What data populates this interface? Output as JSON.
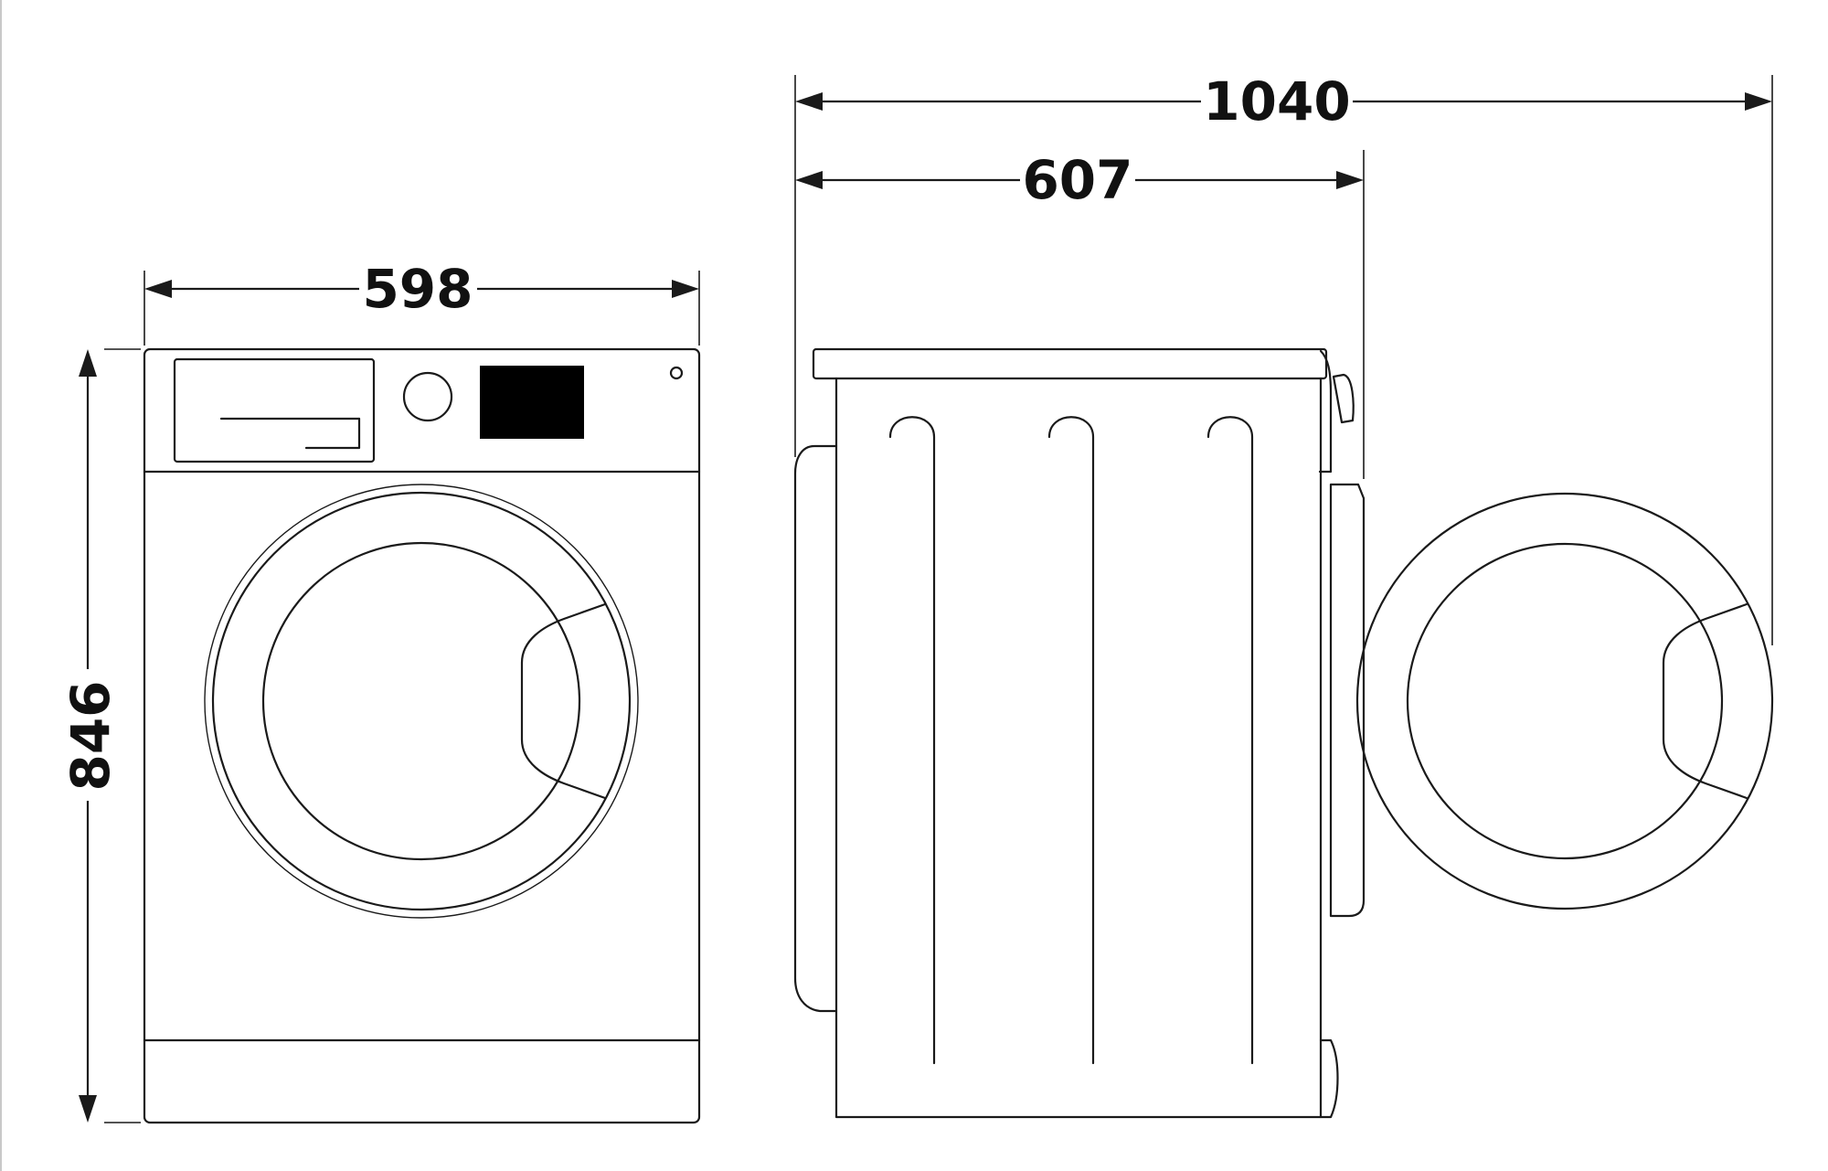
{
  "dimensions": {
    "front_width": "598",
    "height": "846",
    "side_depth": "607",
    "side_depth_door_open": "1040"
  },
  "colors": {
    "line": "#1a1a1a",
    "display": "#000000",
    "background": "#ffffff"
  }
}
